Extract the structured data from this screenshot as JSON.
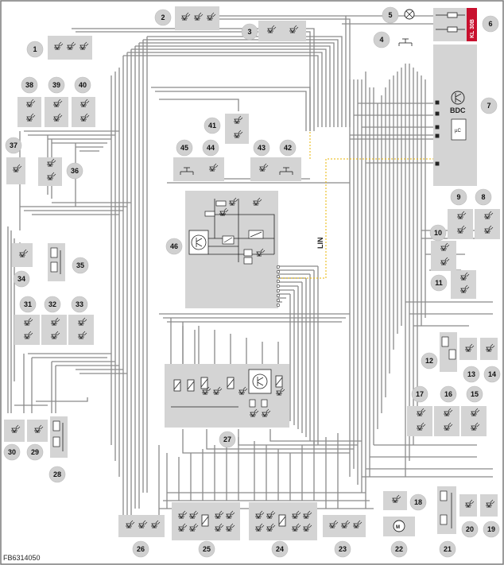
{
  "figure_id": "FB6314050",
  "labels": {
    "terminal": "KL 30B",
    "bdc": "BDC",
    "uc": "µC",
    "lin": "LIN"
  },
  "callouts": [
    "1",
    "2",
    "3",
    "4",
    "5",
    "6",
    "7",
    "8",
    "9",
    "10",
    "11",
    "12",
    "13",
    "14",
    "15",
    "16",
    "17",
    "18",
    "19",
    "20",
    "21",
    "22",
    "23",
    "24",
    "25",
    "26",
    "27",
    "28",
    "29",
    "30",
    "31",
    "32",
    "33",
    "34",
    "35",
    "36",
    "37",
    "38",
    "39",
    "40",
    "41",
    "42",
    "43",
    "44",
    "45",
    "46"
  ],
  "colors": {
    "frame": "#7a7a7a",
    "module_fill": "#d4d4d4",
    "wire": "#8a8a8a",
    "callout_fill": "#d0d0d0",
    "accent_red": "#c8102e",
    "lin_wire": "#e8b400"
  }
}
